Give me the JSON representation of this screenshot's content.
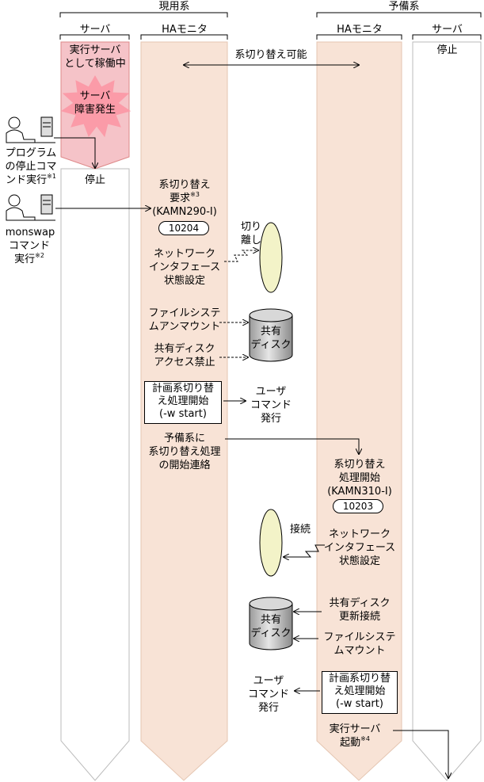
{
  "headers": {
    "active_system": "現用系",
    "standby_system": "予備系",
    "col_server_active": "サーバ",
    "col_ha_active": "HAモニタ",
    "col_ha_standby": "HAモニタ",
    "col_server_standby": "サーバ"
  },
  "active_server": {
    "running": "実行サーバ\nとして稼働中",
    "failure": "サーバ\n障害発生",
    "stopped": "停止"
  },
  "standby_server": {
    "stopped": "停止"
  },
  "switchable": "系切り替え可能",
  "operator1_label": "プログラム\nの停止コマ\nンド実行",
  "operator1_note": "※1",
  "operator2_label_a": "monswap",
  "operator2_label_b": "コマンド\n実行",
  "operator2_note": "※2",
  "active_ha": {
    "switch_request": "系切り替え\n要求",
    "switch_request_note": "※3",
    "switch_request_code": "(KAMN290-I)",
    "msg_10204": "10204",
    "detach": "切り\n離し",
    "network_setting": "ネットワーク\nインタフェース\n状態設定",
    "unmount": "ファイルシステ\nムアンマウント",
    "shared_disk": "共有\nディスク",
    "disk_block": "共有ディスク\nアクセス禁止",
    "planned_switch": "計画系切り替\nえ処理開始\n(-w start)",
    "user_command": "ユーザ\nコマンド\n発行",
    "notify": "予備系に\n系切り替え処理\nの開始連絡"
  },
  "standby_ha": {
    "switch_start": "系切り替え\n処理開始\n(KAMN310-I)",
    "msg_10203": "10203",
    "connect": "接続",
    "network_setting": "ネットワーク\nインタフェース\n状態設定",
    "shared_disk": "共有\nディスク",
    "disk_connect": "共有ディスク\n更新接続",
    "mount": "ファイルシステ\nムマウント",
    "user_command": "ユーザ\nコマンド\n発行",
    "planned_switch": "計画系切り替\nえ処理開始\n(-w start)",
    "server_start": "実行サーバ\n起動",
    "server_start_note": "※4"
  },
  "colors": {
    "lane_ha": "#f8e3d6",
    "lane_server_stopped": "#ffffff",
    "lane_server_running": "#f5c3c8",
    "burst": "#fb9ba8",
    "network_ellipse": "#f3f3c8",
    "disk": "#c8c8c8"
  }
}
